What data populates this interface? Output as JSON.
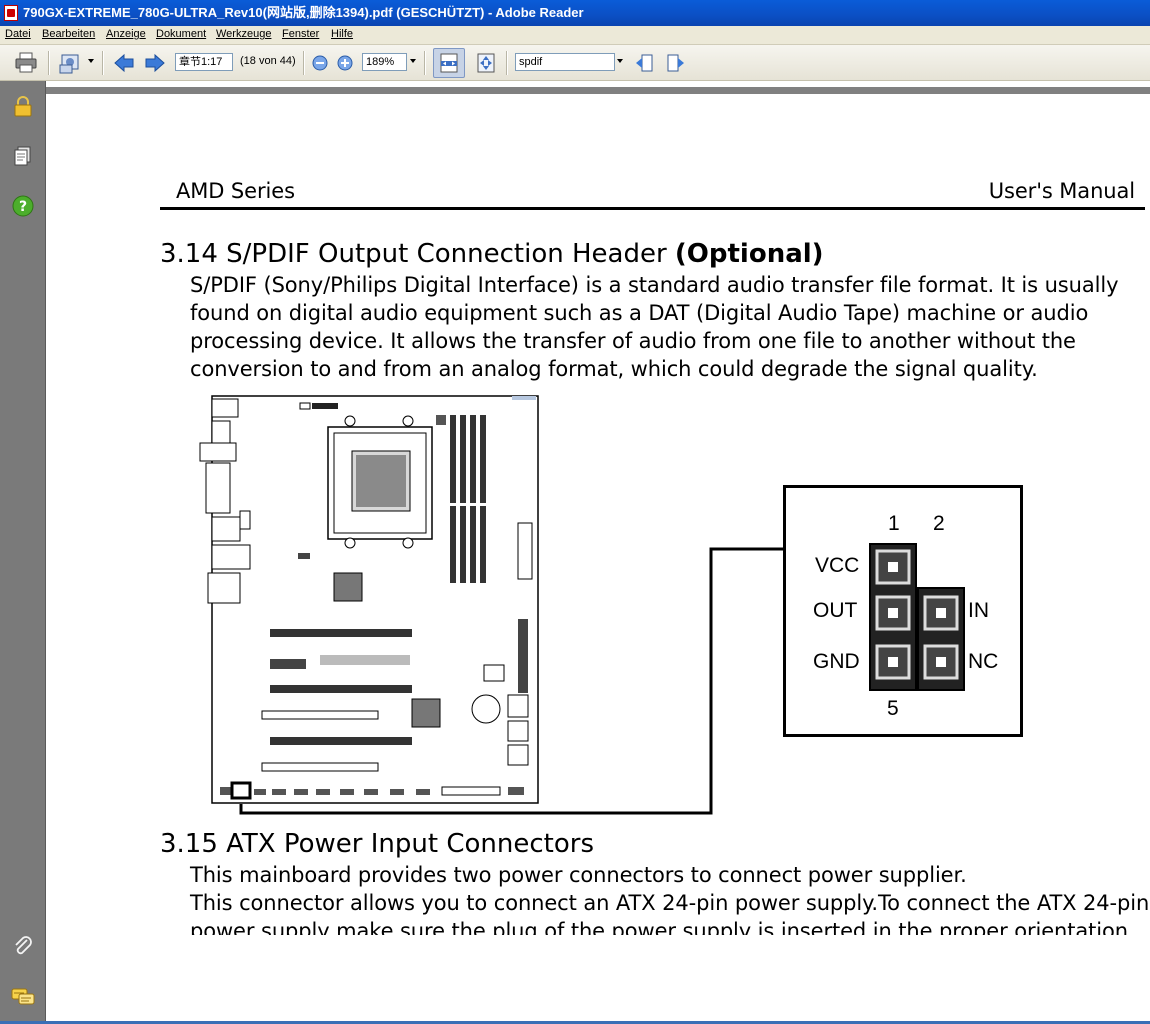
{
  "window": {
    "title": "790GX-EXTREME_780G-ULTRA_Rev10(网站版,删除1394).pdf (GESCHÜTZT) - Adobe Reader"
  },
  "menu": [
    "Datei",
    "Bearbeiten",
    "Anzeige",
    "Dokument",
    "Werkzeuge",
    "Fenster",
    "Hilfe"
  ],
  "toolbar": {
    "page_field": "章节1:17",
    "page_count": "(18 von 44)",
    "zoom": "189%",
    "search_value": "spdif"
  },
  "sidebar_icons": [
    "lock-icon",
    "pages-icon",
    "help-icon",
    "attachment-icon",
    "comments-icon"
  ],
  "doc": {
    "header_left": "AMD Series",
    "header_right": "User's Manual",
    "section314": {
      "number_title": "3.14 S/PDIF Output Connection Header",
      "optional": "(Optional)",
      "lines": [
        "S/PDIF (Sony/Philips Digital Interface) is a standard audio transfer file format. It is usually",
        "found on digital audio equipment such as a DAT (Digital Audio Tape) machine or audio",
        "processing device. It allows the transfer of audio from one file to another without the",
        "conversion to and from an analog format, which could degrade the signal quality."
      ]
    },
    "pin_diagram": {
      "col1": "1",
      "col2": "2",
      "row_labels_left": [
        "VCC",
        "OUT",
        "GND"
      ],
      "row_labels_right": [
        "IN",
        "NC"
      ],
      "bottom_num": "5"
    },
    "section315": {
      "title": "3.15 ATX Power Input Connectors",
      "lines": [
        "This mainboard provides two power connectors to connect power supplier.",
        "This connector allows you to connect an ATX 24-pin power supply.To connect the ATX 24-pin",
        "power supply,make sure the plug of the power supply is inserted in the proper orientation"
      ]
    }
  }
}
